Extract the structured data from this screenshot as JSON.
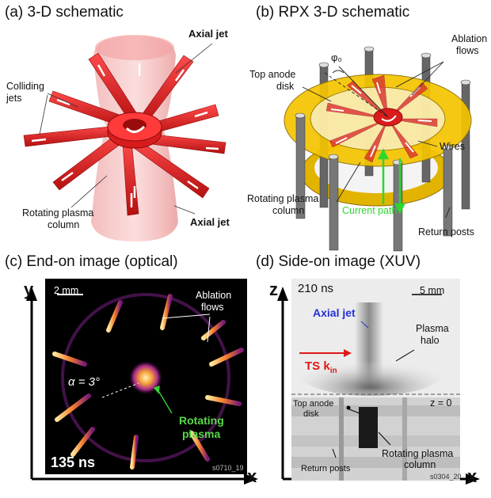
{
  "panel_a": {
    "title": "(a) 3-D schematic",
    "axial_jet_top": "Axial jet",
    "axial_jet_bottom": "Axial jet",
    "colliding_jets_1": "Colliding",
    "colliding_jets_2": "jets",
    "rotating_1": "Rotating plasma",
    "rotating_2": "column"
  },
  "panel_b": {
    "title": "(b) RPX 3-D schematic",
    "ablation_1": "Ablation",
    "ablation_2": "flows",
    "top_anode_1": "Top anode",
    "top_anode_2": "disk",
    "phi": "φ₀",
    "wires": "Wires",
    "current_path": "Current path",
    "rotating_1": "Rotating plasma",
    "rotating_2": "column",
    "return_posts": "Return posts"
  },
  "panel_c": {
    "title": "(c) End-on image (optical)",
    "y_axis": "y",
    "x_axis": "x",
    "scale": "2 mm",
    "ablation_1": "Ablation",
    "ablation_2": "flows",
    "alpha": "α = 3°",
    "rotating_1": "Rotating",
    "rotating_2": "plasma",
    "time": "135 ns",
    "shot": "s0710_19",
    "colors": {
      "glow": "#f6a23b",
      "hot": "#ffe9a8",
      "bg": "#000000"
    }
  },
  "panel_d": {
    "title": "(d) Side-on image (XUV)",
    "z_axis": "z",
    "x_axis": "x",
    "time": "210 ns",
    "scale": "5 mm",
    "axial_jet": "Axial jet",
    "plasma_1": "Plasma",
    "plasma_2": "halo",
    "ts": "TS k",
    "ts_sub": "in",
    "z0": "z = 0",
    "top_anode_1": "Top anode",
    "top_anode_2": "disk",
    "rotating_1": "Rotating plasma",
    "rotating_2": "column",
    "return_posts": "Return posts",
    "shot": "s0304_20"
  }
}
